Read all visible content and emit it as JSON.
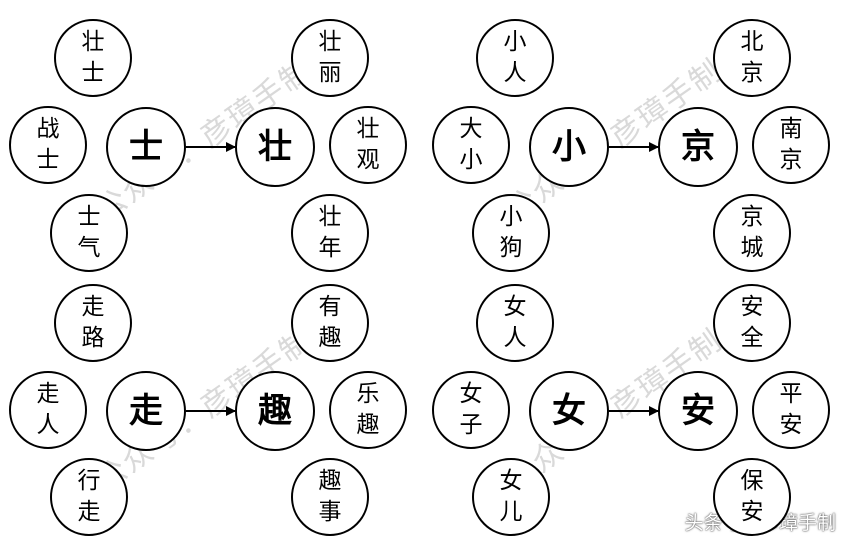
{
  "quadrants": [
    {
      "source": "士",
      "target": "壮",
      "source_words": [
        "壮士",
        "战士",
        "士气"
      ],
      "target_words": [
        "壮丽",
        "壮观",
        "壮年"
      ]
    },
    {
      "source": "小",
      "target": "京",
      "source_words": [
        "小人",
        "大小",
        "小狗"
      ],
      "target_words": [
        "北京",
        "南京",
        "京城"
      ]
    },
    {
      "source": "走",
      "target": "趣",
      "source_words": [
        "走路",
        "走人",
        "行走"
      ],
      "target_words": [
        "有趣",
        "乐趣",
        "趣事"
      ]
    },
    {
      "source": "女",
      "target": "安",
      "source_words": [
        "女人",
        "女子",
        "女儿"
      ],
      "target_words": [
        "安全",
        "平安",
        "保安"
      ]
    }
  ],
  "watermark": "公众号：彦璋手制",
  "footer": "头条号 / 彦璋手制"
}
